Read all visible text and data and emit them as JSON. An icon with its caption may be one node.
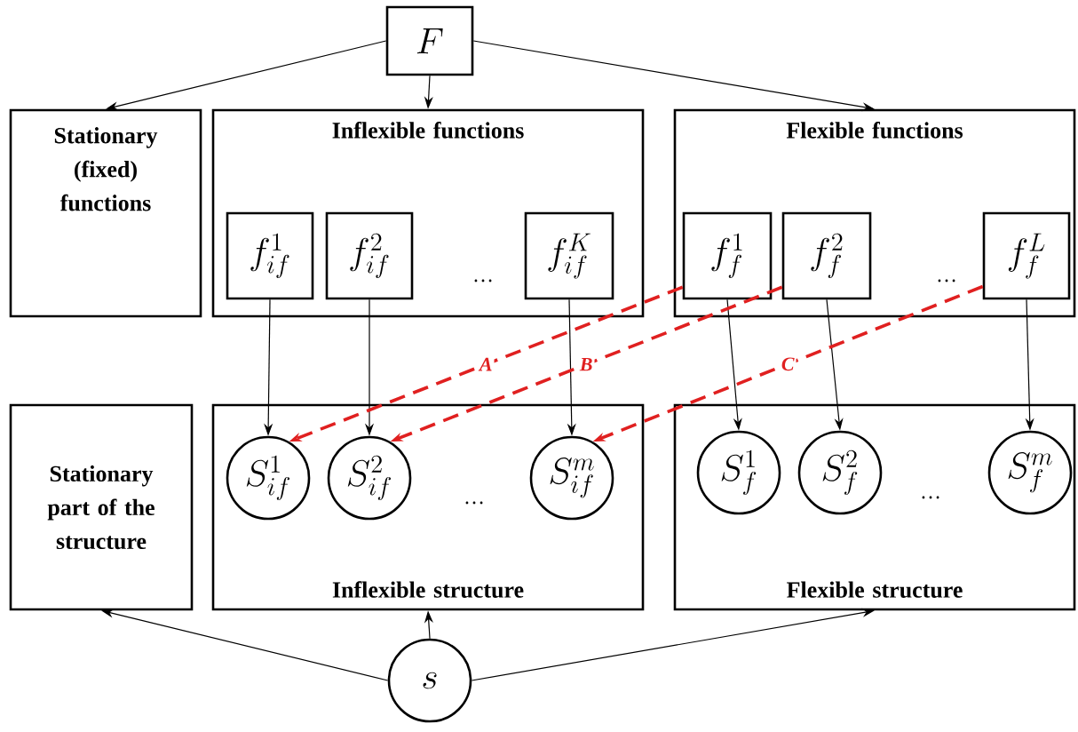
{
  "diagram": {
    "nodes": [
      {
        "text": [
          "F"
        ]
      },
      {
        "text": [
          "Stationary (fixed) functions"
        ]
      },
      {
        "text": [
          "Inflexible functions"
        ]
      },
      {
        "text": [
          "Flexible functions"
        ]
      },
      {
        "text": [
          "f_{if}^{1}"
        ],
        "in": 2
      },
      {
        "text": [
          "f_{if}^{2}"
        ],
        "in": 2
      },
      {
        "text": [
          "f_{if}^{K}"
        ],
        "in": 2
      },
      {
        "text": [
          "f_{f}^{1}"
        ],
        "in": 3
      },
      {
        "text": [
          "f_{f}^{2}"
        ],
        "in": 3
      },
      {
        "text": [
          "f_{f}^{L}"
        ],
        "in": 3
      },
      {
        "text": [
          "Stationary part of the structure"
        ]
      },
      {
        "text": [
          "Inflexible structure"
        ]
      },
      {
        "text": [
          "Flexible structure"
        ]
      },
      {
        "text": [
          "S_{if}^{1}"
        ],
        "in": 11
      },
      {
        "text": [
          "S_{if}^{2}"
        ],
        "in": 11
      },
      {
        "text": [
          "S_{if}^{m}"
        ],
        "in": 11
      },
      {
        "text": [
          "S_{f}^{1}"
        ],
        "in": 12
      },
      {
        "text": [
          "S_{f}^{2}"
        ],
        "in": 12
      },
      {
        "text": [
          "S_{f}^{m}"
        ],
        "in": 12
      },
      {
        "text": [
          "s"
        ]
      }
    ],
    "edges": [
      {
        "from": 0,
        "to": 1,
        "arrow": "to"
      },
      {
        "from": 0,
        "to": 2,
        "arrow": "to"
      },
      {
        "from": 0,
        "to": 3,
        "arrow": "to"
      },
      {
        "from": 4,
        "to": 13,
        "arrow": "to"
      },
      {
        "from": 5,
        "to": 14,
        "arrow": "to"
      },
      {
        "from": 6,
        "to": 15,
        "arrow": "to"
      },
      {
        "from": 7,
        "to": 16,
        "arrow": "to"
      },
      {
        "from": 8,
        "to": 17,
        "arrow": "to"
      },
      {
        "from": 9,
        "to": 18,
        "arrow": "to"
      },
      {
        "from": 7,
        "to": 13,
        "arrow": "to",
        "label": "A",
        "style": "dashed",
        "color": "#e02020"
      },
      {
        "from": 8,
        "to": 14,
        "arrow": "to",
        "label": "B",
        "style": "dashed",
        "color": "#e02020"
      },
      {
        "from": 9,
        "to": 15,
        "arrow": "to",
        "label": "C",
        "style": "dashed",
        "color": "#e02020"
      },
      {
        "from": 19,
        "to": 10,
        "arrow": "to"
      },
      {
        "from": 19,
        "to": 11,
        "arrow": "to"
      },
      {
        "from": 19,
        "to": 12,
        "arrow": "to"
      }
    ],
    "labels": [
      "…",
      "…",
      "…",
      "…"
    ]
  }
}
